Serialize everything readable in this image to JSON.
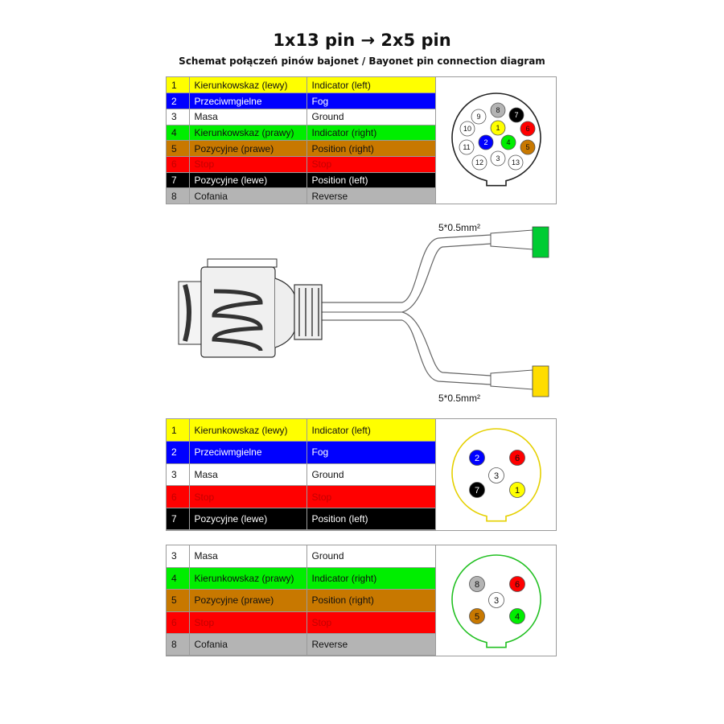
{
  "header": {
    "title": "1x13 pin → 2x5 pin",
    "subtitle": "Schemat połączeń pinów bajonet / Bayonet pin connection diagram"
  },
  "colors": {
    "yellow": "#ffff00",
    "blue": "#0000ff",
    "white": "#ffffff",
    "green": "#00ee00",
    "brown": "#c87800",
    "red": "#ff0000",
    "black": "#000000",
    "grey": "#b4b4b4",
    "outline_yellow": "#e5d000",
    "outline_green": "#22c022"
  },
  "tables": [
    {
      "rows": [
        {
          "num": "1",
          "pl": "Kierunkowskaz (lewy)",
          "en": "Indicator (left)",
          "bg": "#ffff00",
          "fg": "#111111"
        },
        {
          "num": "2",
          "pl": "Przeciwmgielne",
          "en": "Fog",
          "bg": "#0000ff",
          "fg": "#ffffff"
        },
        {
          "num": "3",
          "pl": "Masa",
          "en": "Ground",
          "bg": "#ffffff",
          "fg": "#111111"
        },
        {
          "num": "4",
          "pl": "Kierunkowskaz (prawy)",
          "en": "Indicator (right)",
          "bg": "#00ee00",
          "fg": "#111111"
        },
        {
          "num": "5",
          "pl": "Pozycyjne (prawe)",
          "en": "Position (right)",
          "bg": "#c87800",
          "fg": "#111111"
        },
        {
          "num": "6",
          "pl": "Stop",
          "en": "Stop",
          "bg": "#ff0000",
          "fg": "#c40000"
        },
        {
          "num": "7",
          "pl": "Pozycyjne (lewe)",
          "en": "Position (left)",
          "bg": "#000000",
          "fg": "#ffffff"
        },
        {
          "num": "8",
          "pl": "Cofania",
          "en": "Reverse",
          "bg": "#b4b4b4",
          "fg": "#111111"
        }
      ]
    },
    {
      "rows": [
        {
          "num": "1",
          "pl": "Kierunkowskaz (lewy)",
          "en": "Indicator (left)",
          "bg": "#ffff00",
          "fg": "#111111"
        },
        {
          "num": "2",
          "pl": "Przeciwmgielne",
          "en": "Fog",
          "bg": "#0000ff",
          "fg": "#ffffff"
        },
        {
          "num": "3",
          "pl": "Masa",
          "en": "Ground",
          "bg": "#ffffff",
          "fg": "#111111"
        },
        {
          "num": "6",
          "pl": "Stop",
          "en": "Stop",
          "bg": "#ff0000",
          "fg": "#c40000"
        },
        {
          "num": "7",
          "pl": "Pozycyjne (lewe)",
          "en": "Position (left)",
          "bg": "#000000",
          "fg": "#ffffff"
        }
      ]
    },
    {
      "rows": [
        {
          "num": "3",
          "pl": "Masa",
          "en": "Ground",
          "bg": "#ffffff",
          "fg": "#111111"
        },
        {
          "num": "4",
          "pl": "Kierunkowskaz (prawy)",
          "en": "Indicator (right)",
          "bg": "#00ee00",
          "fg": "#111111"
        },
        {
          "num": "5",
          "pl": "Pozycyjne (prawe)",
          "en": "Position (right)",
          "bg": "#c87800",
          "fg": "#111111"
        },
        {
          "num": "6",
          "pl": "Stop",
          "en": "Stop",
          "bg": "#ff0000",
          "fg": "#c40000"
        },
        {
          "num": "8",
          "pl": "Cofania",
          "en": "Reverse",
          "bg": "#b4b4b4",
          "fg": "#111111"
        }
      ]
    }
  ],
  "socket13": {
    "pins": [
      {
        "label": "9",
        "color": "#ffffff",
        "fg": "#111111"
      },
      {
        "label": "8",
        "color": "#b4b4b4",
        "fg": "#111111"
      },
      {
        "label": "7",
        "color": "#000000",
        "fg": "#ffffff"
      },
      {
        "label": "10",
        "color": "#ffffff",
        "fg": "#111111"
      },
      {
        "label": "1",
        "color": "#ffff00",
        "fg": "#111111"
      },
      {
        "label": "6",
        "color": "#ff0000",
        "fg": "#111111"
      },
      {
        "label": "11",
        "color": "#ffffff",
        "fg": "#111111"
      },
      {
        "label": "2",
        "color": "#0000ff",
        "fg": "#ffffff"
      },
      {
        "label": "4",
        "color": "#00ee00",
        "fg": "#111111"
      },
      {
        "label": "5",
        "color": "#c87800",
        "fg": "#111111"
      },
      {
        "label": "3",
        "color": "#ffffff",
        "fg": "#111111"
      },
      {
        "label": "12",
        "color": "#ffffff",
        "fg": "#111111"
      },
      {
        "label": "13",
        "color": "#ffffff",
        "fg": "#111111"
      }
    ]
  },
  "socket5a": {
    "outline": "#e5d000",
    "pins": [
      {
        "label": "2",
        "color": "#0000ff",
        "fg": "#ffffff"
      },
      {
        "label": "6",
        "color": "#ff0000",
        "fg": "#111111"
      },
      {
        "label": "3",
        "color": "#ffffff",
        "fg": "#111111"
      },
      {
        "label": "7",
        "color": "#000000",
        "fg": "#ffffff"
      },
      {
        "label": "1",
        "color": "#ffff00",
        "fg": "#111111"
      }
    ]
  },
  "socket5b": {
    "outline": "#22c022",
    "pins": [
      {
        "label": "8",
        "color": "#b4b4b4",
        "fg": "#111111"
      },
      {
        "label": "6",
        "color": "#ff0000",
        "fg": "#111111"
      },
      {
        "label": "3",
        "color": "#ffffff",
        "fg": "#111111"
      },
      {
        "label": "5",
        "color": "#c87800",
        "fg": "#111111"
      },
      {
        "label": "4",
        "color": "#00ee00",
        "fg": "#111111"
      }
    ]
  },
  "cable": {
    "top_label": "5*0.5mm²",
    "bottom_label": "5*0.5mm²"
  }
}
